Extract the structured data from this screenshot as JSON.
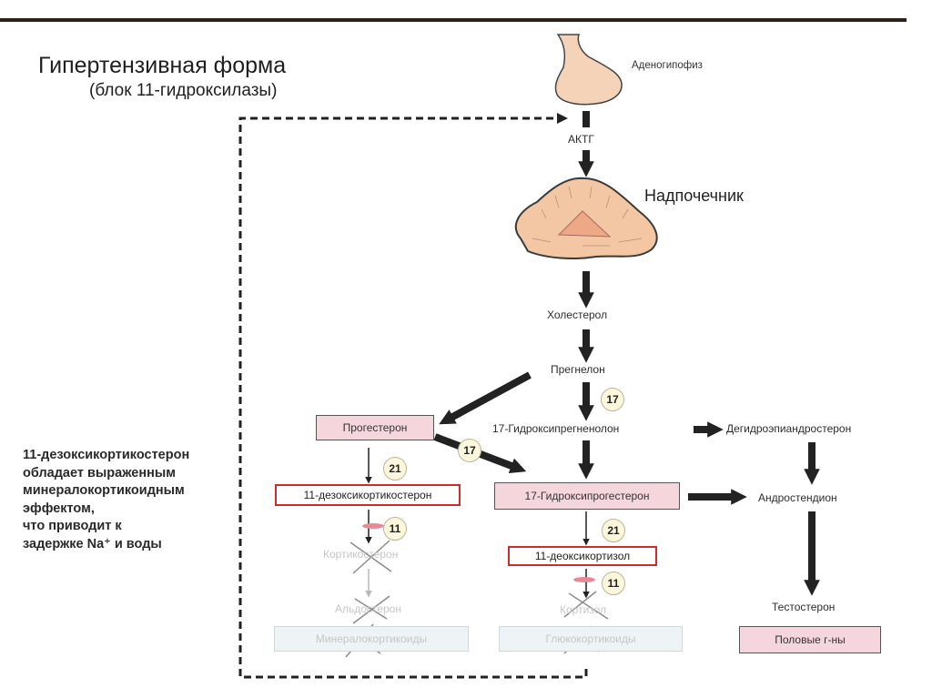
{
  "slide": {
    "title": "Гипертензивная форма",
    "subtitle": "(блок 11-гидроксилазы)",
    "note_lines": [
      "11-дезоксикортикостерон",
      "обладает выраженным",
      "минералокортикоидным",
      "эффектом,",
      "что приводит к",
      "задержке Na⁺ и воды"
    ]
  },
  "organs": {
    "pituitary": "Аденогипофиз",
    "hormone": "АКТГ",
    "adrenal": "Надпочечник"
  },
  "pathway": {
    "cholesterol": "Холестерол",
    "pregnenolone": "Прегнелон",
    "progesterone": "Прогестерон",
    "hydroxypregnenolone": "17-Гидроксипрегненолон",
    "dhea": "Дегидроэпиандростерон",
    "doc": "11-дезоксикортикостерон",
    "hydroxyprogesterone": "17-Гидроксипрогестерон",
    "androstenedione": "Андростендион",
    "deoxycortisol": "11-деоксикортизол",
    "corticosterone": "Кортикостерон",
    "aldosterone": "Альдостерон",
    "mineralocorticoids": "Минералокортикоиды",
    "cortisol": "Кортизол",
    "glucocorticoids": "Глюкокортикоиды",
    "testosterone": "Тестостерон",
    "sex_hormones": "Половые г-ны"
  },
  "enzymes": {
    "e17_main": "17",
    "e17_diag": "17",
    "e21_left": "21",
    "e21_right": "21",
    "e11_left": "11",
    "e11_right": "11"
  },
  "colors": {
    "pink_box": "#f6d6dd",
    "red_border": "#d12a2a",
    "pale_box": "#eef3f6",
    "badge": "#fbf6dc",
    "gland": "#f3c7a4",
    "pituitary": "#f5d3b8",
    "block_mark": "#e88a96"
  }
}
